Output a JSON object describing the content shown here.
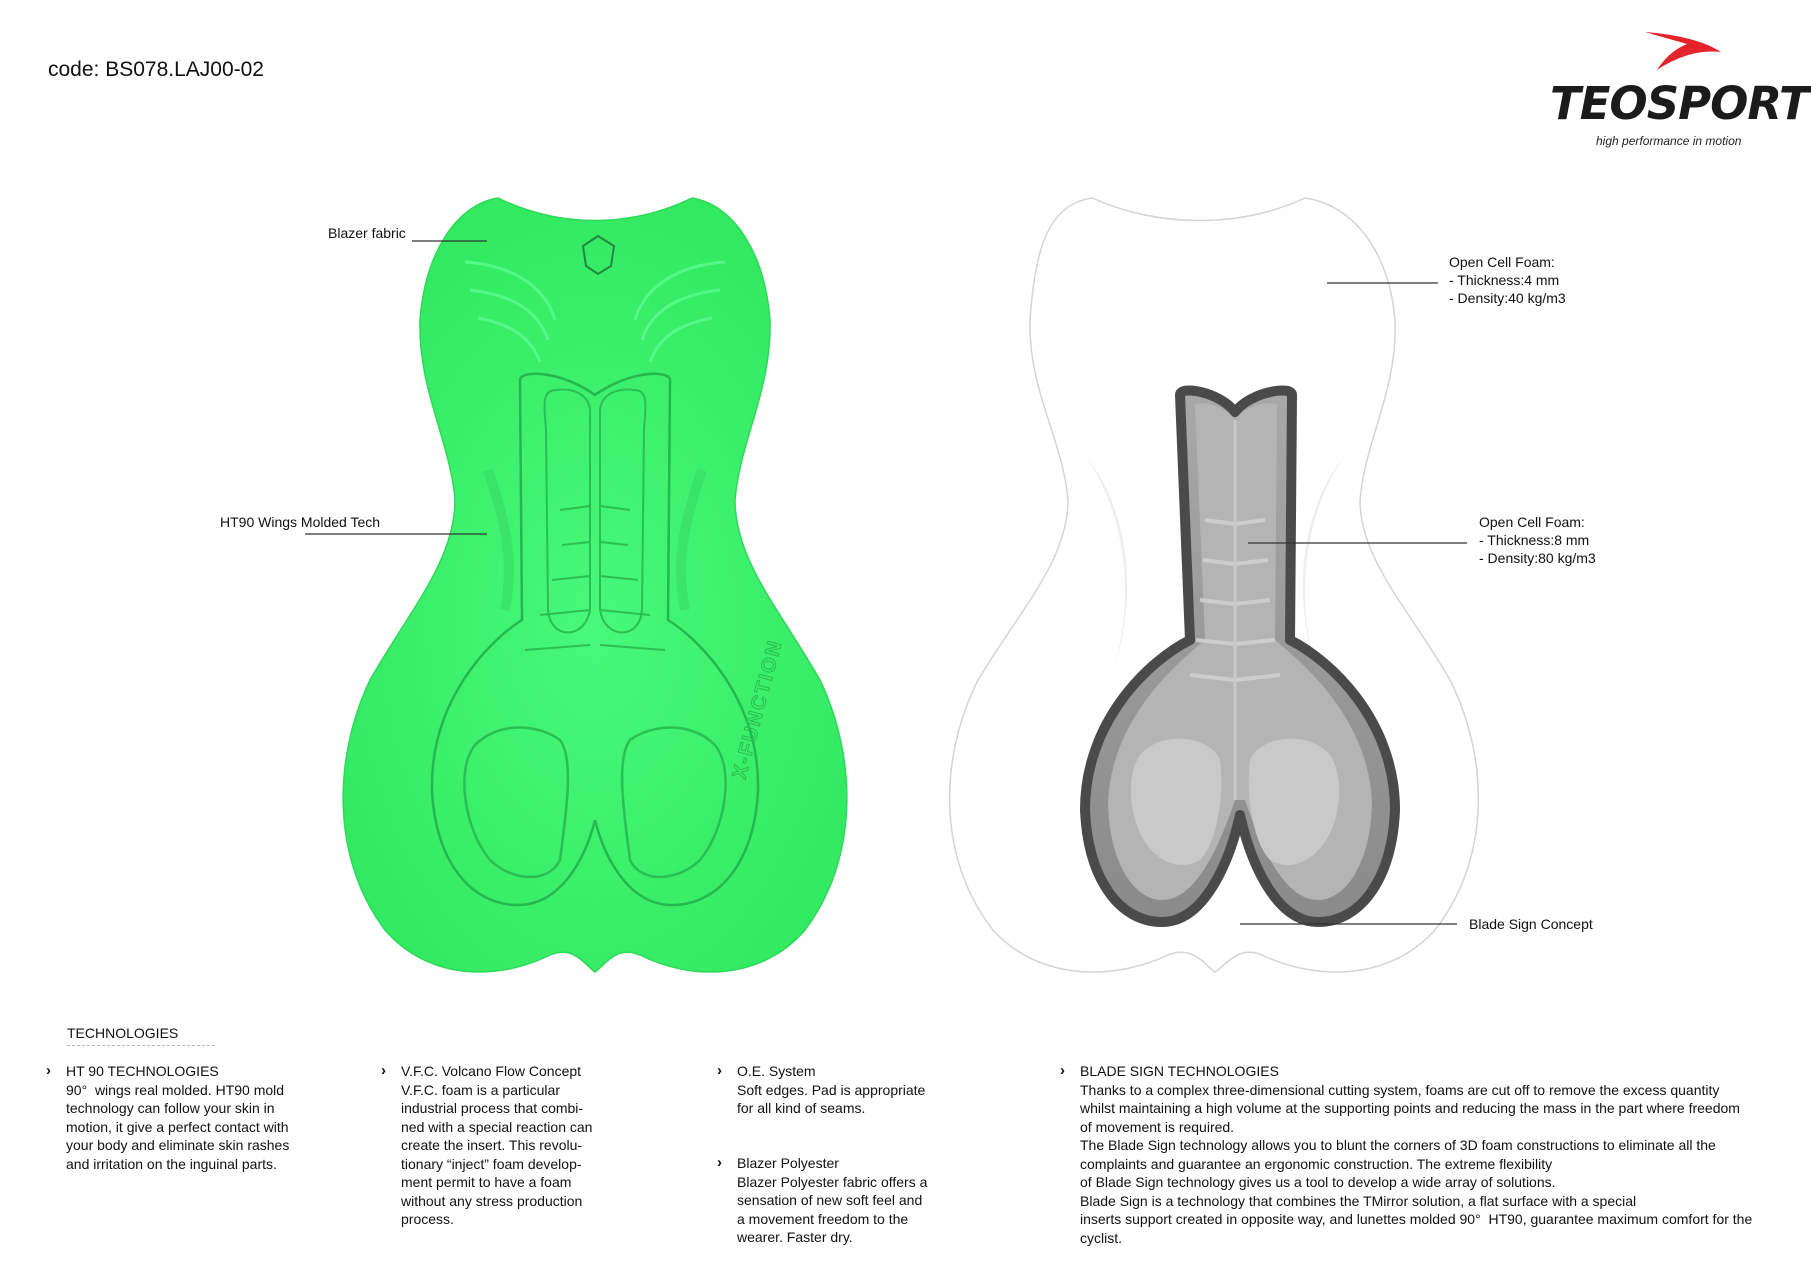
{
  "code": "code: BS078.LAJ00-02",
  "logo": {
    "wordmark": "TEOSPORT",
    "tagline": "high performance in motion",
    "accent": "#e3242b"
  },
  "product": {
    "left_pad": {
      "color": "#3cf56a",
      "emboss_text": "X-FUNCTION"
    },
    "right_pad": {
      "color": "#ffffff",
      "core_color": "#9a9a9a"
    }
  },
  "callouts": {
    "blazer_fabric": "Blazer fabric",
    "ht90_wings": "HT90 Wings Molded Tech",
    "foam_top": [
      "Open Cell Foam:",
      "- Thickness:4 mm",
      "- Density:40 kg/m3"
    ],
    "foam_mid": [
      "Open Cell Foam:",
      "- Thickness:8 mm",
      "- Density:80 kg/m3"
    ],
    "blade_sign": "Blade Sign Concept"
  },
  "section_title": "TECHNOLOGIES",
  "technologies": {
    "ht90": {
      "title": "HT 90 TECHNOLOGIES",
      "lines": [
        "90°  wings real molded. HT90 mold",
        "technology can follow your skin in",
        "motion, it give a perfect contact with",
        "your body and eliminate skin rashes",
        "and irritation on the inguinal parts."
      ]
    },
    "vfc": {
      "title": "V.F.C. Volcano Flow Concept",
      "lines": [
        "V.F.C. foam is a particular",
        "industrial process that combi-",
        "ned with a special reaction can",
        "create the insert. This revolu-",
        "tionary “inject” foam develop-",
        "ment permit to have a foam",
        "without any stress production",
        "process."
      ]
    },
    "oe": {
      "title": "O.E. System",
      "lines": [
        "Soft edges. Pad is appropriate",
        "for all kind of seams."
      ]
    },
    "blazer": {
      "title": "Blazer Polyester",
      "lines": [
        "Blazer Polyester fabric offers a",
        "sensation of new soft feel and",
        "a movement freedom to the",
        "wearer. Faster dry."
      ]
    },
    "blade": {
      "title": "BLADE SIGN TECHNOLOGIES",
      "lines": [
        "Thanks to a complex three-dimensional cutting system, foams are cut off to remove the excess quantity",
        "whilst maintaining a high volume at the supporting points and reducing the mass in the part where freedom",
        "of movement is required.",
        "The Blade Sign technology allows you to blunt the corners of 3D foam constructions to eliminate all the",
        "complaints and guarantee an ergonomic construction. The extreme flexibility",
        "of Blade Sign technology gives us a tool to develop a wide array of solutions.",
        "Blade Sign is a technology that combines the TMirror solution, a flat surface with a special",
        "inserts support created in opposite way, and lunettes molded 90°  HT90, guarantee maximum comfort for the",
        "cyclist."
      ]
    }
  }
}
